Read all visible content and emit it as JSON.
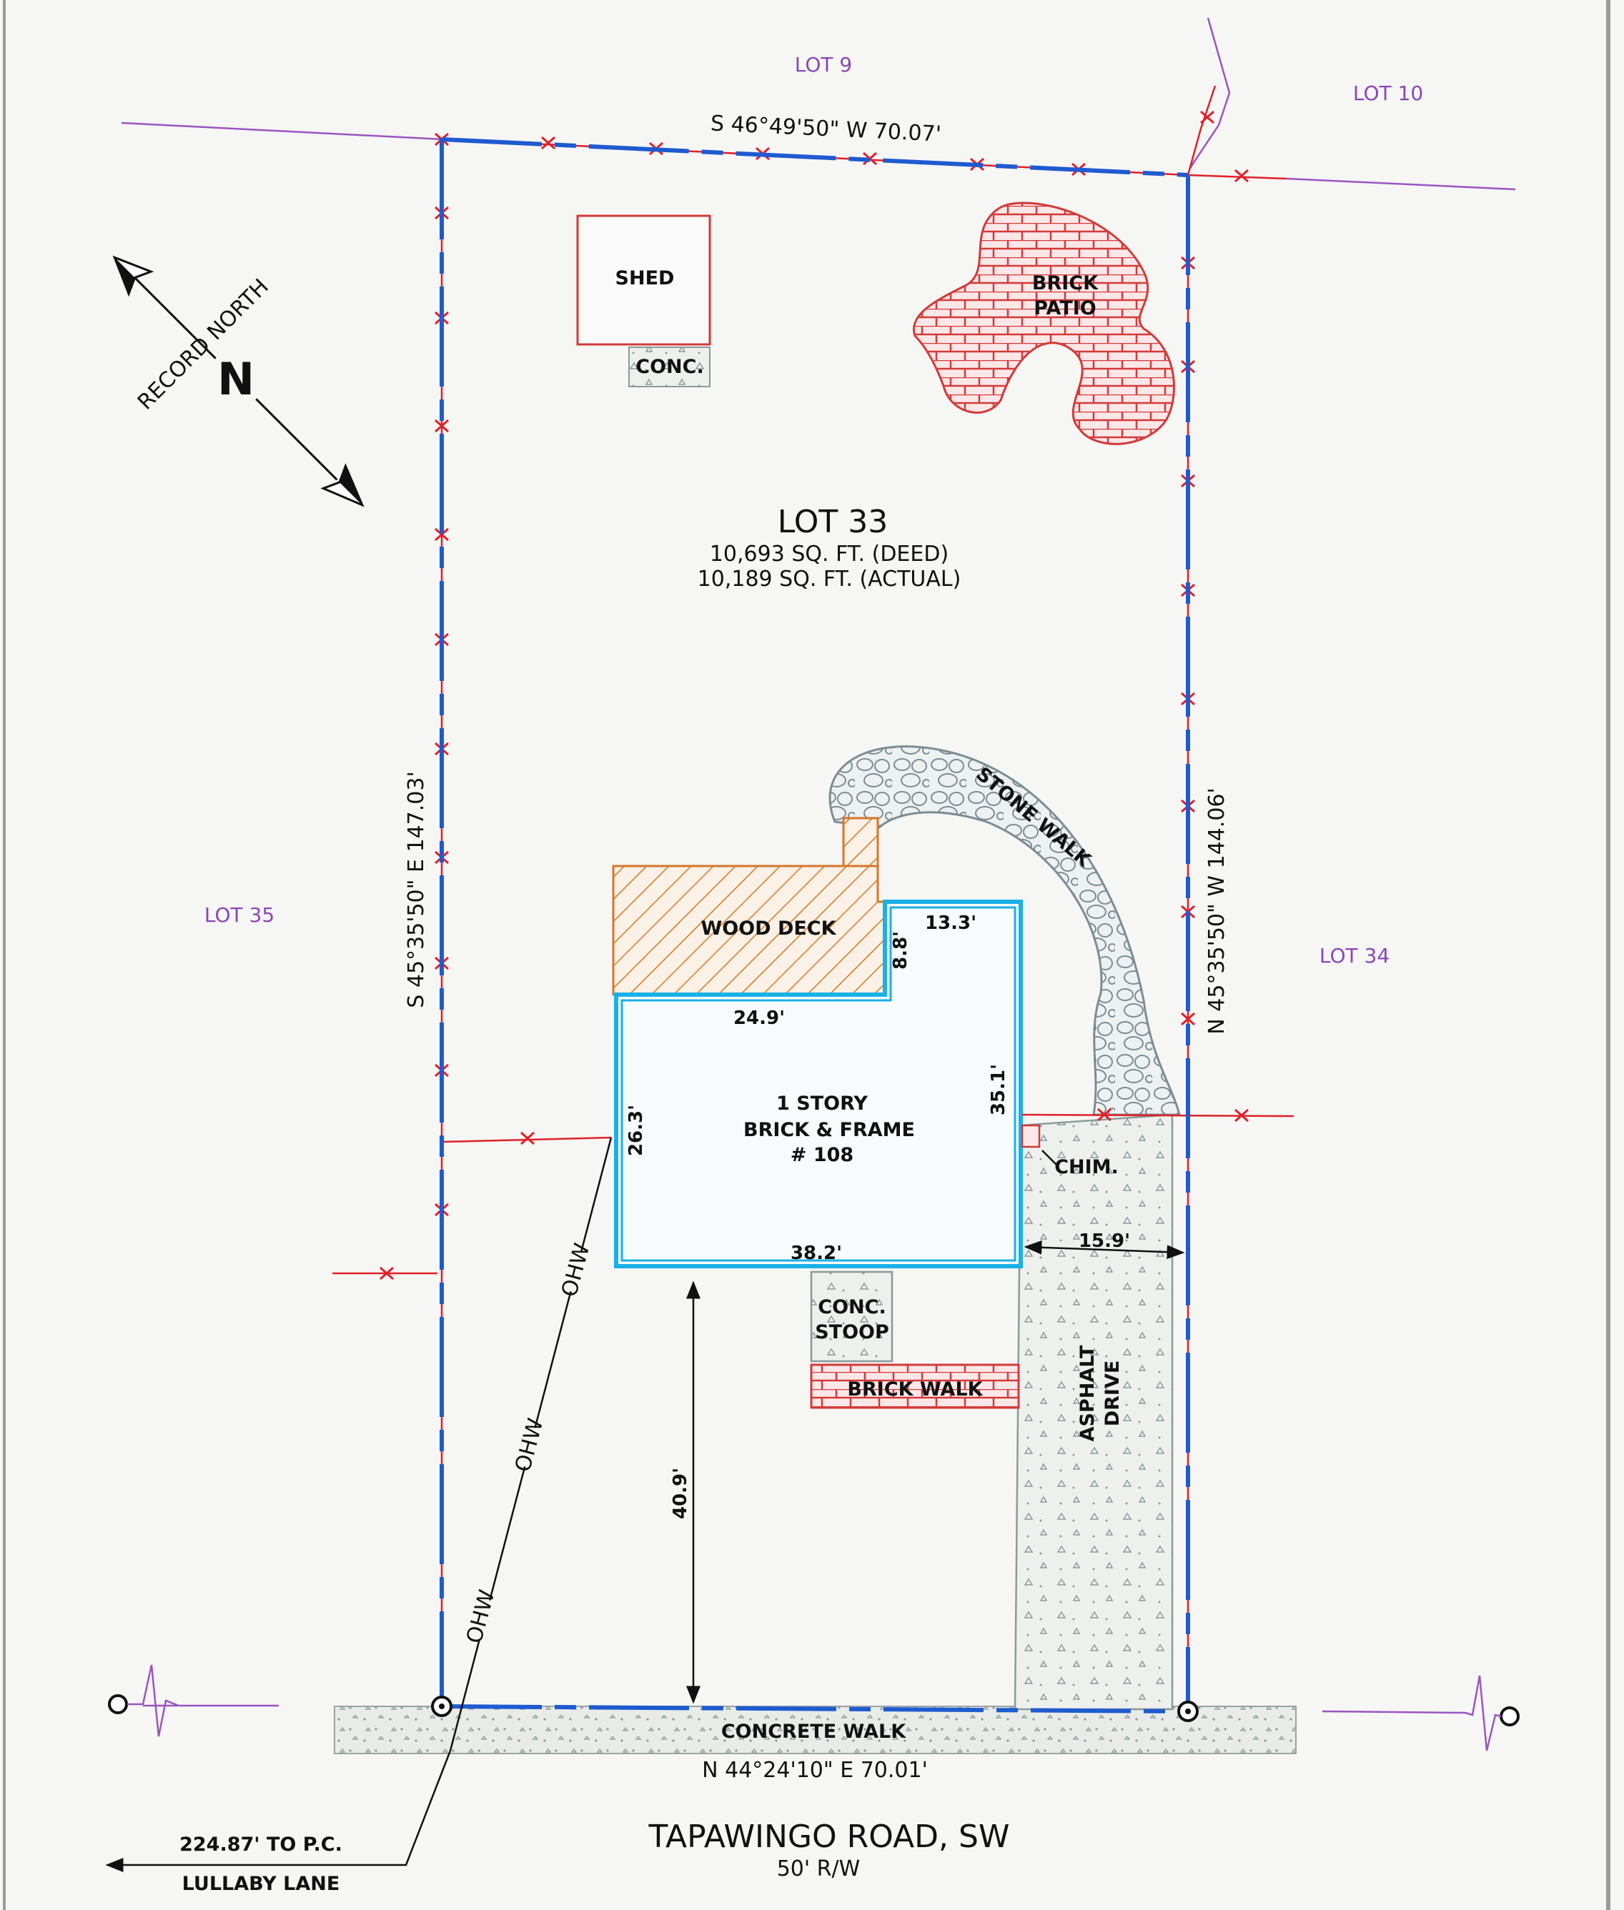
{
  "lots": {
    "lot9": "LOT 9",
    "lot10": "LOT 10",
    "lot35": "LOT 35",
    "lot34": "LOT 34",
    "main": "LOT 33",
    "area_deed": "10,693 SQ. FT. (DEED)",
    "area_actual": "10,189 SQ. FT. (ACTUAL)"
  },
  "bearings": {
    "north": "S 46°49'50\" W 70.07'",
    "west": "S 45°35'50\" E 147.03'",
    "east": "N 45°35'50\" W 144.06'",
    "south": "N 44°24'10\" E 70.01'"
  },
  "north_arrow": "RECORD NORTH",
  "structures": {
    "shed": "SHED",
    "shed_pad": "CONC.",
    "patio_line1": "BRICK",
    "patio_line2": "PATIO",
    "stone_walk": "STONE WALK",
    "wood_deck": "WOOD DECK",
    "house_line1": "1 STORY",
    "house_line2": "BRICK & FRAME",
    "house_line3": "# 108",
    "chimney": "CHIM.",
    "stoop_line1": "CONC.",
    "stoop_line2": "STOOP",
    "brick_walk": "BRICK WALK",
    "drive_line1": "ASPHALT",
    "drive_line2": "DRIVE",
    "concrete_walk": "CONCRETE WALK",
    "ohw": "OHW"
  },
  "dimensions": {
    "d13": "13.3'",
    "d88": "8.8'",
    "d249": "24.9'",
    "d351": "35.1'",
    "d263": "26.3'",
    "d382": "38.2'",
    "d159": "15.9'",
    "d409": "40.9'"
  },
  "road": {
    "name": "TAPAWINGO ROAD, SW",
    "row": "50' R/W",
    "pc_distance": "224.87' TO P.C.",
    "pc_street": "LULLABY LANE"
  },
  "colors": {
    "boundary": "#1f5bd0",
    "fence": "#e0202a",
    "house": "#1ab0e8",
    "deck": "#d4782a",
    "lot_text": "#8a47b8",
    "stone": "#7d8c94"
  }
}
